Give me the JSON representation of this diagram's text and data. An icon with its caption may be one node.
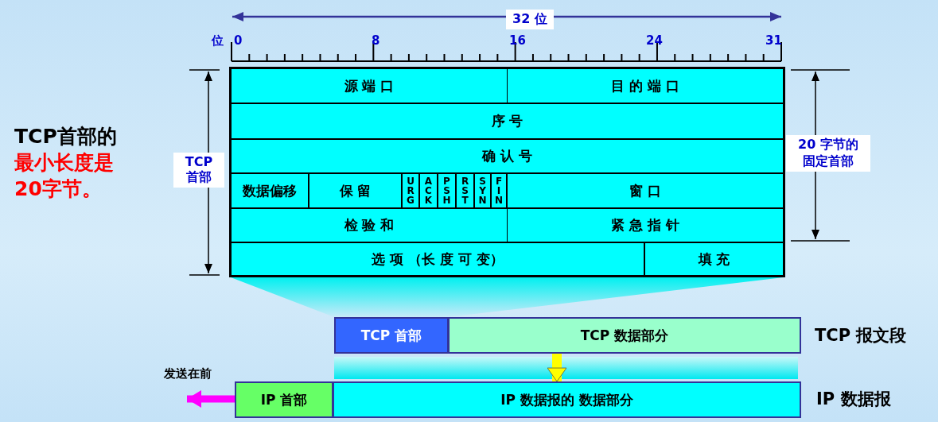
{
  "diagram": {
    "nodes": [
      {
        "text": [
          "源 端 口"
        ]
      },
      {
        "text": [
          "目 的 端 口"
        ]
      },
      {
        "text": [
          "序 号"
        ]
      },
      {
        "text": [
          "确 认 号"
        ]
      },
      {
        "text": [
          "数据偏移"
        ]
      },
      {
        "text": [
          "保 留"
        ]
      },
      {
        "text": [
          "URG"
        ]
      },
      {
        "text": [
          "ACK"
        ]
      },
      {
        "text": [
          "PSH"
        ]
      },
      {
        "text": [
          "RST"
        ]
      },
      {
        "text": [
          "SYN"
        ]
      },
      {
        "text": [
          "FIN"
        ]
      },
      {
        "text": [
          "窗 口"
        ]
      },
      {
        "text": [
          "检 验 和"
        ]
      },
      {
        "text": [
          "紧 急 指 针"
        ]
      },
      {
        "text": [
          "选 项 （长 度 可 变）"
        ]
      },
      {
        "text": [
          "填 充"
        ]
      },
      {
        "text": [
          "TCP 首部"
        ]
      },
      {
        "text": [
          "TCP 数据部分"
        ]
      },
      {
        "text": [
          "IP 首部"
        ]
      },
      {
        "text": [
          "IP 数据报的 数据部分"
        ]
      }
    ],
    "edges": [
      {
        "from": 18,
        "to": 20,
        "arrow": "to"
      }
    ],
    "labels": [
      "32 位",
      "位",
      "0",
      "8",
      "16",
      "24",
      "31",
      "TCP首部的",
      "最小长度是20字节。",
      "TCP 首部",
      "20 字节的固定首部",
      "TCP 报文段",
      "发送在前",
      "IP 数据报"
    ]
  }
}
